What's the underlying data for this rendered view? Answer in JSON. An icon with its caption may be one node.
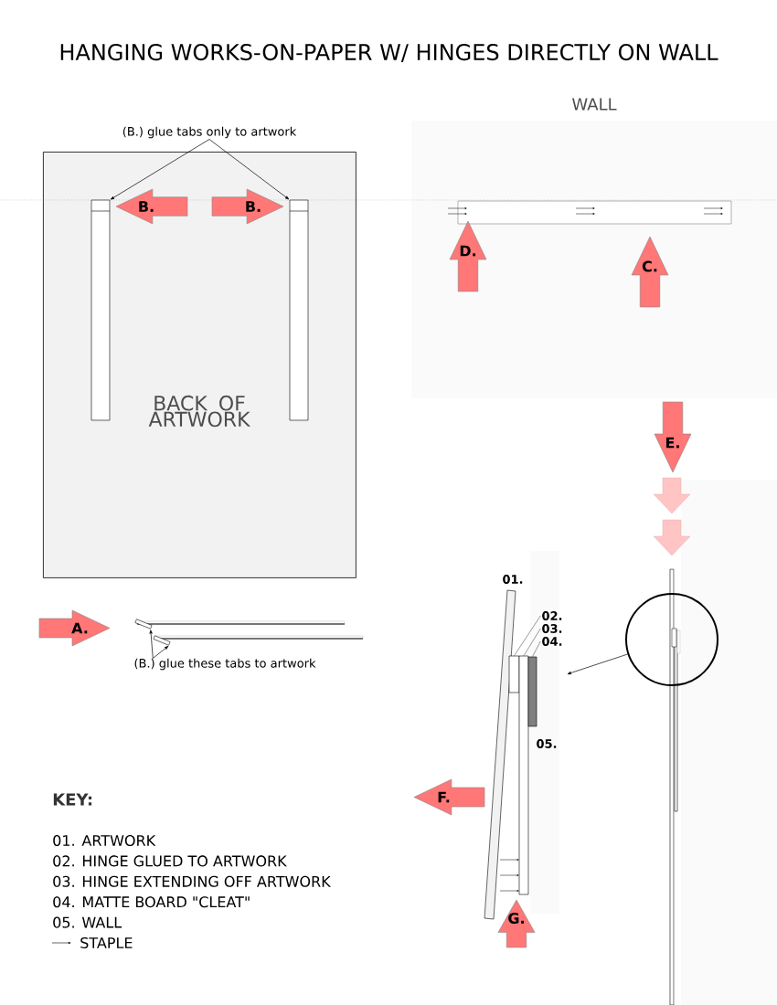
{
  "diagram": {
    "title": "HANGING WORKS-ON-PAPER W/ HINGES DIRECTLY ON WALL",
    "nodes": [
      {
        "text": [
          "(B.) glue tabs only to artwork"
        ]
      },
      {
        "text": [
          "BACK OF ARTWORK"
        ]
      },
      {
        "text": [],
        "shape": "box",
        "in": 1
      },
      {
        "text": [
          "B."
        ],
        "in": 1
      },
      {
        "text": [
          "B."
        ],
        "in": 1
      },
      {
        "text": [],
        "shape": "box",
        "in": 1
      },
      {
        "text": [
          "WALL"
        ]
      },
      {
        "text": [
          "D."
        ]
      },
      {
        "text": [
          "C."
        ]
      },
      {
        "text": [
          "E."
        ]
      },
      {
        "text": [
          "A."
        ]
      },
      {
        "text": [],
        "shape": "box"
      },
      {
        "text": [],
        "shape": "box"
      },
      {
        "text": [
          "(B.) glue these tabs to artwork"
        ]
      },
      {
        "text": [],
        "shape": "circle"
      },
      {
        "text": [
          "02."
        ]
      },
      {
        "text": [
          "03."
        ]
      },
      {
        "text": [
          "04."
        ]
      },
      {
        "text": [],
        "shape": "box"
      },
      {
        "text": [],
        "shape": "box"
      },
      {
        "text": [],
        "shape": "box"
      },
      {
        "text": [
          "F."
        ]
      },
      {
        "text": [
          "G."
        ]
      }
    ],
    "edges": [
      {
        "from": 0,
        "to": 2,
        "arrow": "to"
      },
      {
        "from": 0,
        "to": 5,
        "arrow": "to"
      },
      {
        "from": 13,
        "to": 11,
        "arrow": "to"
      },
      {
        "from": 13,
        "to": 12,
        "arrow": "to"
      },
      {
        "from": 15,
        "to": 18,
        "arrow": "none"
      },
      {
        "from": 16,
        "to": 19,
        "arrow": "none"
      },
      {
        "from": 17,
        "to": 20,
        "arrow": "none"
      },
      {
        "from": 14,
        "to": null,
        "arrow": "to"
      }
    ],
    "labels": [
      "01.",
      "05.",
      "KEY:"
    ],
    "legend": [
      {
        "text": "01. ARTWORK"
      },
      {
        "text": "02. HINGE GLUED TO ARTWORK"
      },
      {
        "text": "03. HINGE EXTENDING OFF ARTWORK"
      },
      {
        "text": "04. MATTE BOARD \"CLEAT\""
      },
      {
        "text": "05. WALL"
      },
      {
        "text": "STAPLE"
      }
    ]
  }
}
